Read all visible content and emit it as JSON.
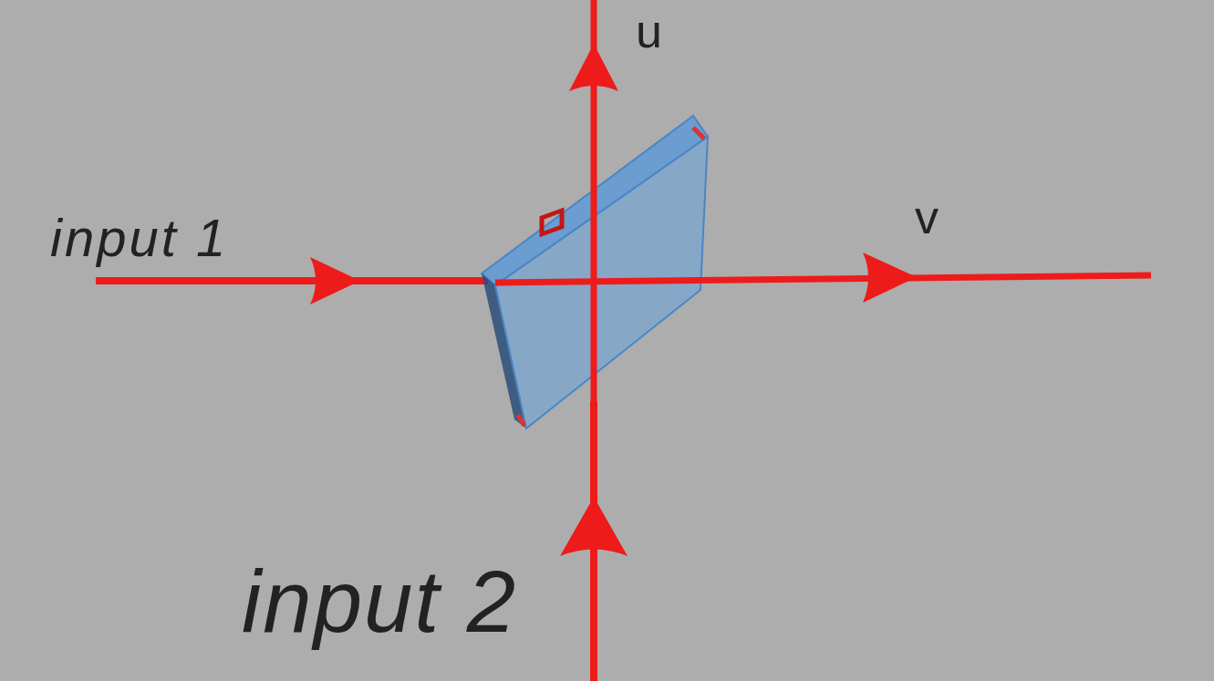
{
  "diagram": {
    "labels": [
      "u",
      "input 1",
      "v",
      "input 2"
    ]
  }
}
